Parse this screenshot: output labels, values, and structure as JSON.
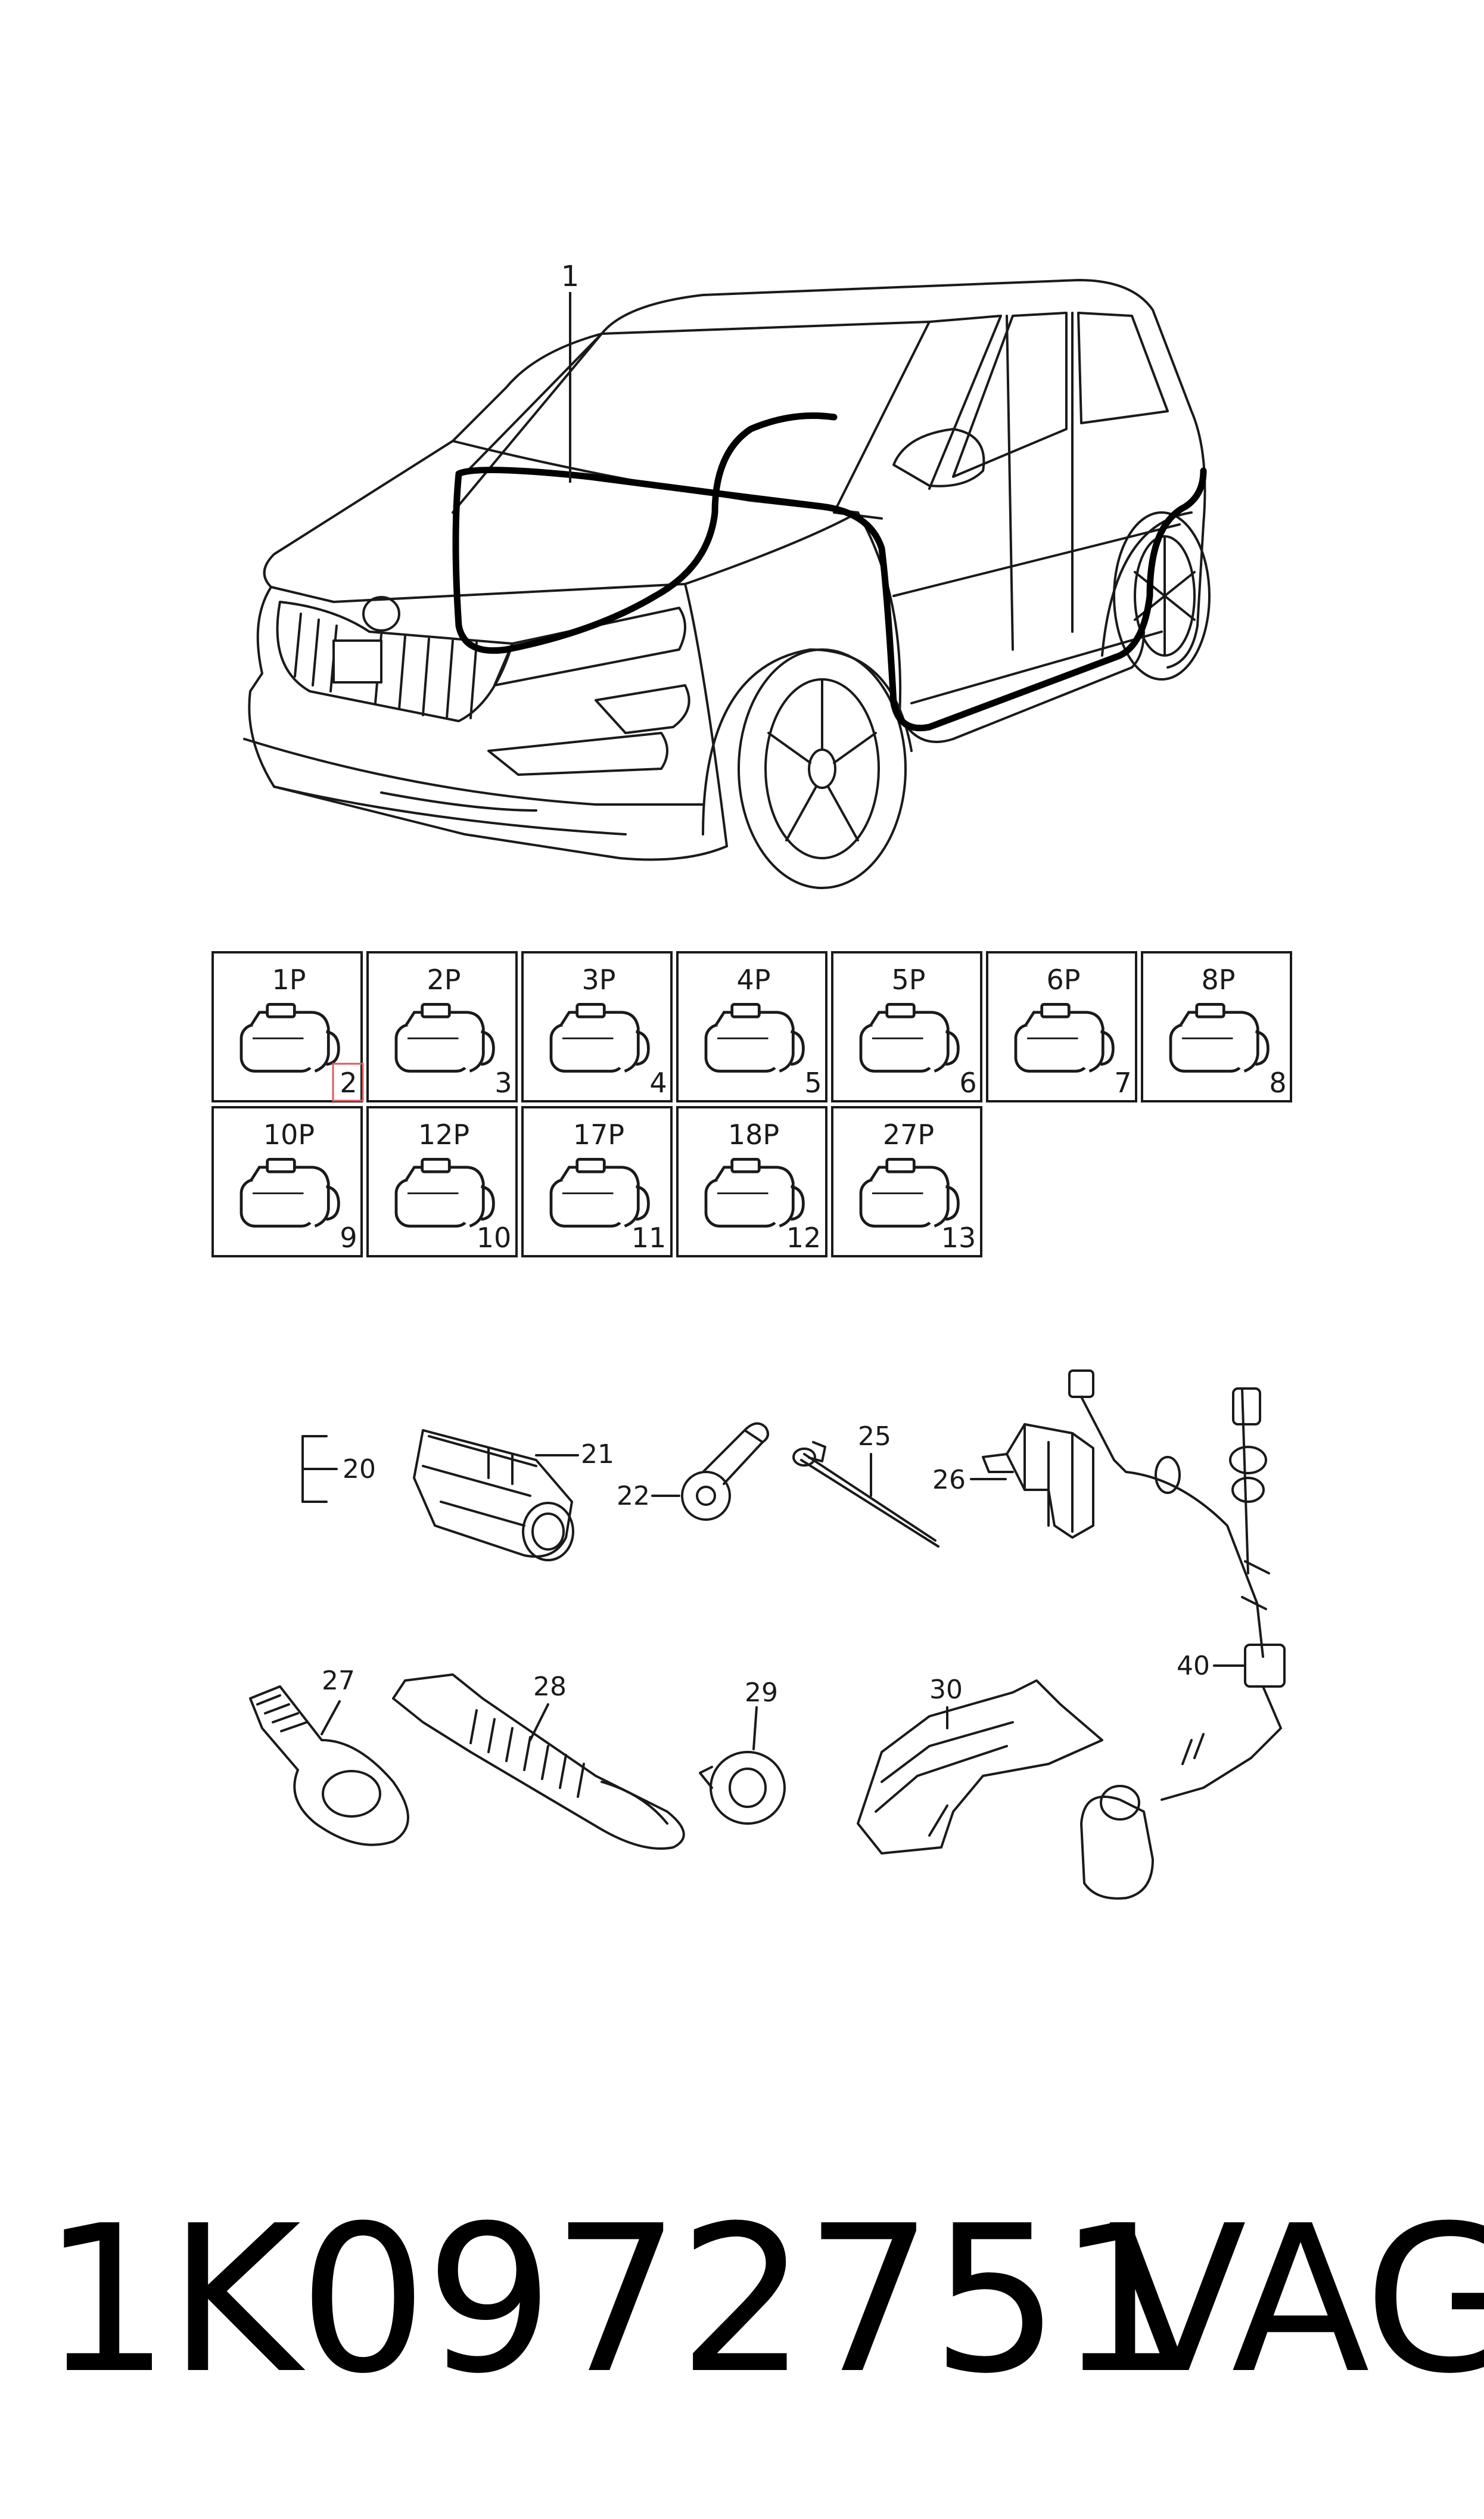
{
  "car": {
    "callout": "1"
  },
  "connectors": {
    "row1": [
      {
        "type": "1P",
        "num": "2",
        "highlight": true
      },
      {
        "type": "2P",
        "num": "3"
      },
      {
        "type": "3P",
        "num": "4"
      },
      {
        "type": "4P",
        "num": "5"
      },
      {
        "type": "5P",
        "num": "6"
      },
      {
        "type": "6P",
        "num": "7"
      },
      {
        "type": "8P",
        "num": "8"
      }
    ],
    "row2": [
      {
        "type": "10P",
        "num": "9"
      },
      {
        "type": "12P",
        "num": "10"
      },
      {
        "type": "17P",
        "num": "11"
      },
      {
        "type": "18P",
        "num": "12"
      },
      {
        "type": "27P",
        "num": "13"
      }
    ]
  },
  "parts": {
    "p20": "20",
    "p21": "21",
    "p22": "22",
    "p25": "25",
    "p26": "26",
    "p27": "27",
    "p28": "28",
    "p29": "29",
    "p30": "30",
    "p40": "40"
  },
  "footer": {
    "part_number": "1K0972751",
    "brand": "VAG"
  },
  "colors": {
    "line": "#1a1a1a",
    "harness": "#000000",
    "highlight": "#e05a5a"
  }
}
